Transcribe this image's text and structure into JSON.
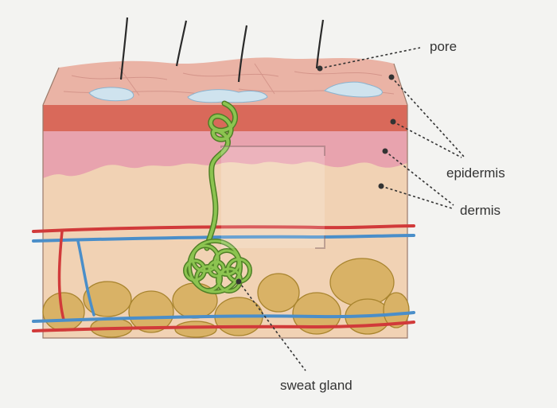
{
  "labels": {
    "pore": "pore",
    "epidermis": "epidermis",
    "dermis": "dermis",
    "sweat_gland": "sweat gland"
  },
  "colors": {
    "background": "#f3f3f1",
    "skin_surface": "#eab3a5",
    "epidermis_band": "#d9695a",
    "upper_dermis": "#e8a3ae",
    "dermis": "#f1d2b4",
    "fat_cells": "#d9b266",
    "sweat_gland": "#8cc450",
    "artery": "#d13a3a",
    "vein": "#4a8ec9",
    "pore_water": "#cfe3ee",
    "leader_lines": "#333333"
  },
  "icons": [
    "hair-strand-icon",
    "sweat-gland-coil-icon",
    "blood-vessel-icon",
    "fat-cell-icon"
  ]
}
